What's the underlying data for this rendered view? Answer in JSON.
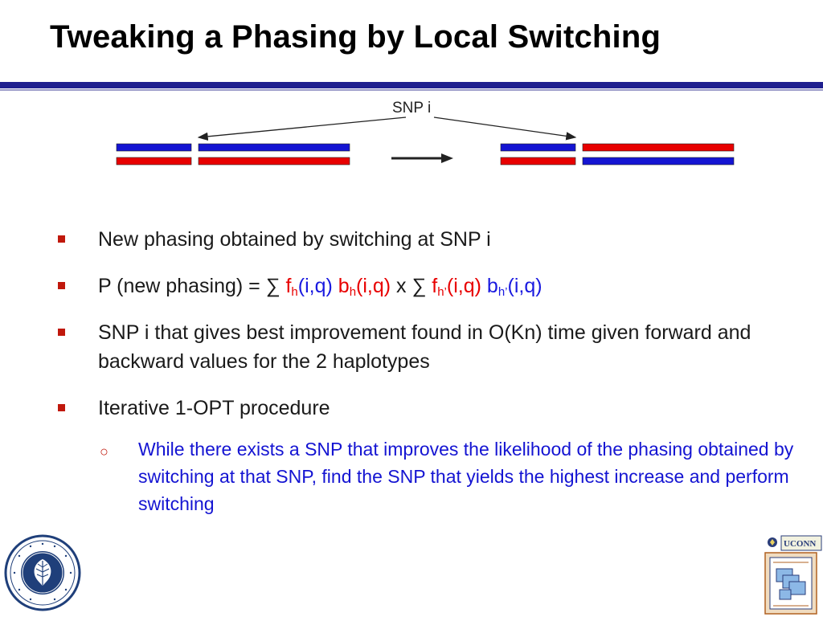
{
  "slide": {
    "title": "Tweaking a Phasing by Local Switching"
  },
  "diagram": {
    "snp_label": "SNP i",
    "colors": {
      "blue": "#1414d2",
      "red": "#e80000",
      "ink": "#222222"
    }
  },
  "bullets": {
    "b1": "New phasing obtained by switching at SNP i",
    "formula": {
      "prefix": "P (new phasing) = ∑ ",
      "f": "f",
      "sub_h": "h",
      "args": "(i,q)",
      "b": "b",
      "times": " x ∑ ",
      "sub_hp": "h’"
    },
    "b3": "SNP i that gives best improvement found in O(Kn) time given forward and backward values for the 2 haplotypes",
    "b4": "Iterative 1-OPT procedure",
    "sub_mark": "○",
    "sub1": "While there exists a SNP that improves the likelihood of the phasing obtained by switching at that SNP, find the SNP that yields the highest increase and perform switching"
  },
  "logos": {
    "right_text": "UCONN"
  }
}
